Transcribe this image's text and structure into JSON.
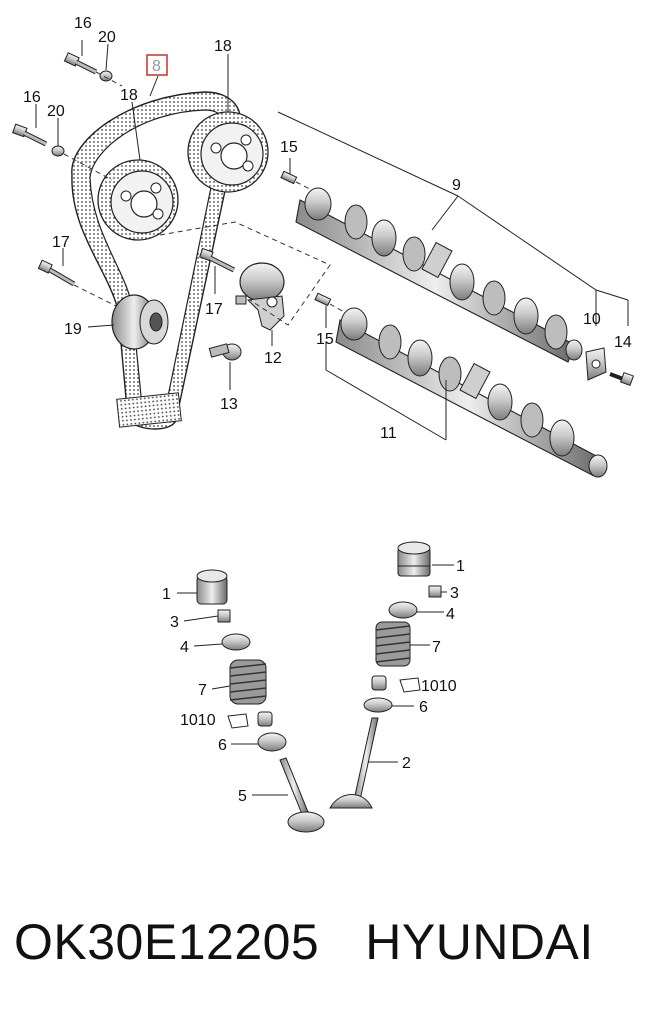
{
  "diagram": {
    "callouts": {
      "c16a": "16",
      "c20a": "20",
      "c8": "8",
      "c18a": "18",
      "c18b": "18",
      "c16b": "16",
      "c20b": "20",
      "c15a": "15",
      "c9": "9",
      "c17a": "17",
      "c17b": "17",
      "c19": "19",
      "c12": "12",
      "c13": "13",
      "c15b": "15",
      "c10": "10",
      "c14": "14",
      "c11": "11",
      "v1r": "1",
      "v3r": "3",
      "v4r": "4",
      "v7r": "7",
      "v1010r": "1010",
      "v6r": "6",
      "v2": "2",
      "v1l": "1",
      "v3l": "3",
      "v4l": "4",
      "v7l": "7",
      "v1010l": "1010",
      "v6l": "6",
      "v5": "5"
    },
    "highlight_color": "#d23a3a"
  },
  "caption": {
    "part_number": "OK30E12205",
    "brand": "HYUNDAI"
  }
}
